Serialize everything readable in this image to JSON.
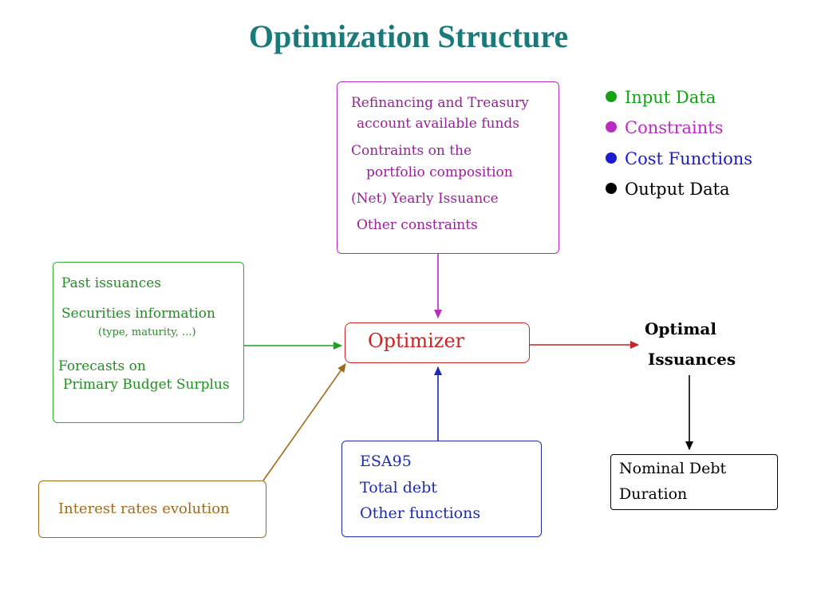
{
  "title": "Optimization Structure",
  "legend": {
    "items": [
      {
        "label": "Input Data",
        "color": "#17a117"
      },
      {
        "label": "Constraints",
        "color": "#b82cc0"
      },
      {
        "label": "Cost Functions",
        "color": "#1b1bd0"
      },
      {
        "label": "Output Data",
        "color": "#000000"
      }
    ]
  },
  "constraints_box": {
    "line1": "Refinancing and Treasury",
    "line2": "account available funds",
    "line3": "Contraints on the",
    "line4": "portfolio composition",
    "line5": "(Net) Yearly Issuance",
    "line6": "Other constraints",
    "color": "#9a1f9a"
  },
  "input_box": {
    "line1": "Past issuances",
    "line2": "Securities information",
    "line3": "(type, maturity, ...)",
    "line4": "Forecasts on",
    "line5": "Primary Budget Surplus",
    "color": "#1f8f1f"
  },
  "optimizer": {
    "label": "Optimizer",
    "color": "#cc2222"
  },
  "output": {
    "line1": "Optimal",
    "line2": "Issuances"
  },
  "interest_box": {
    "label": "Interest rates evolution",
    "color": "#a06a1a"
  },
  "cost_box": {
    "line1": "ESA95",
    "line2": "Total debt",
    "line3": "Other functions",
    "color": "#1c2bb0"
  },
  "result_box": {
    "line1": "Nominal Debt",
    "line2": "Duration"
  }
}
